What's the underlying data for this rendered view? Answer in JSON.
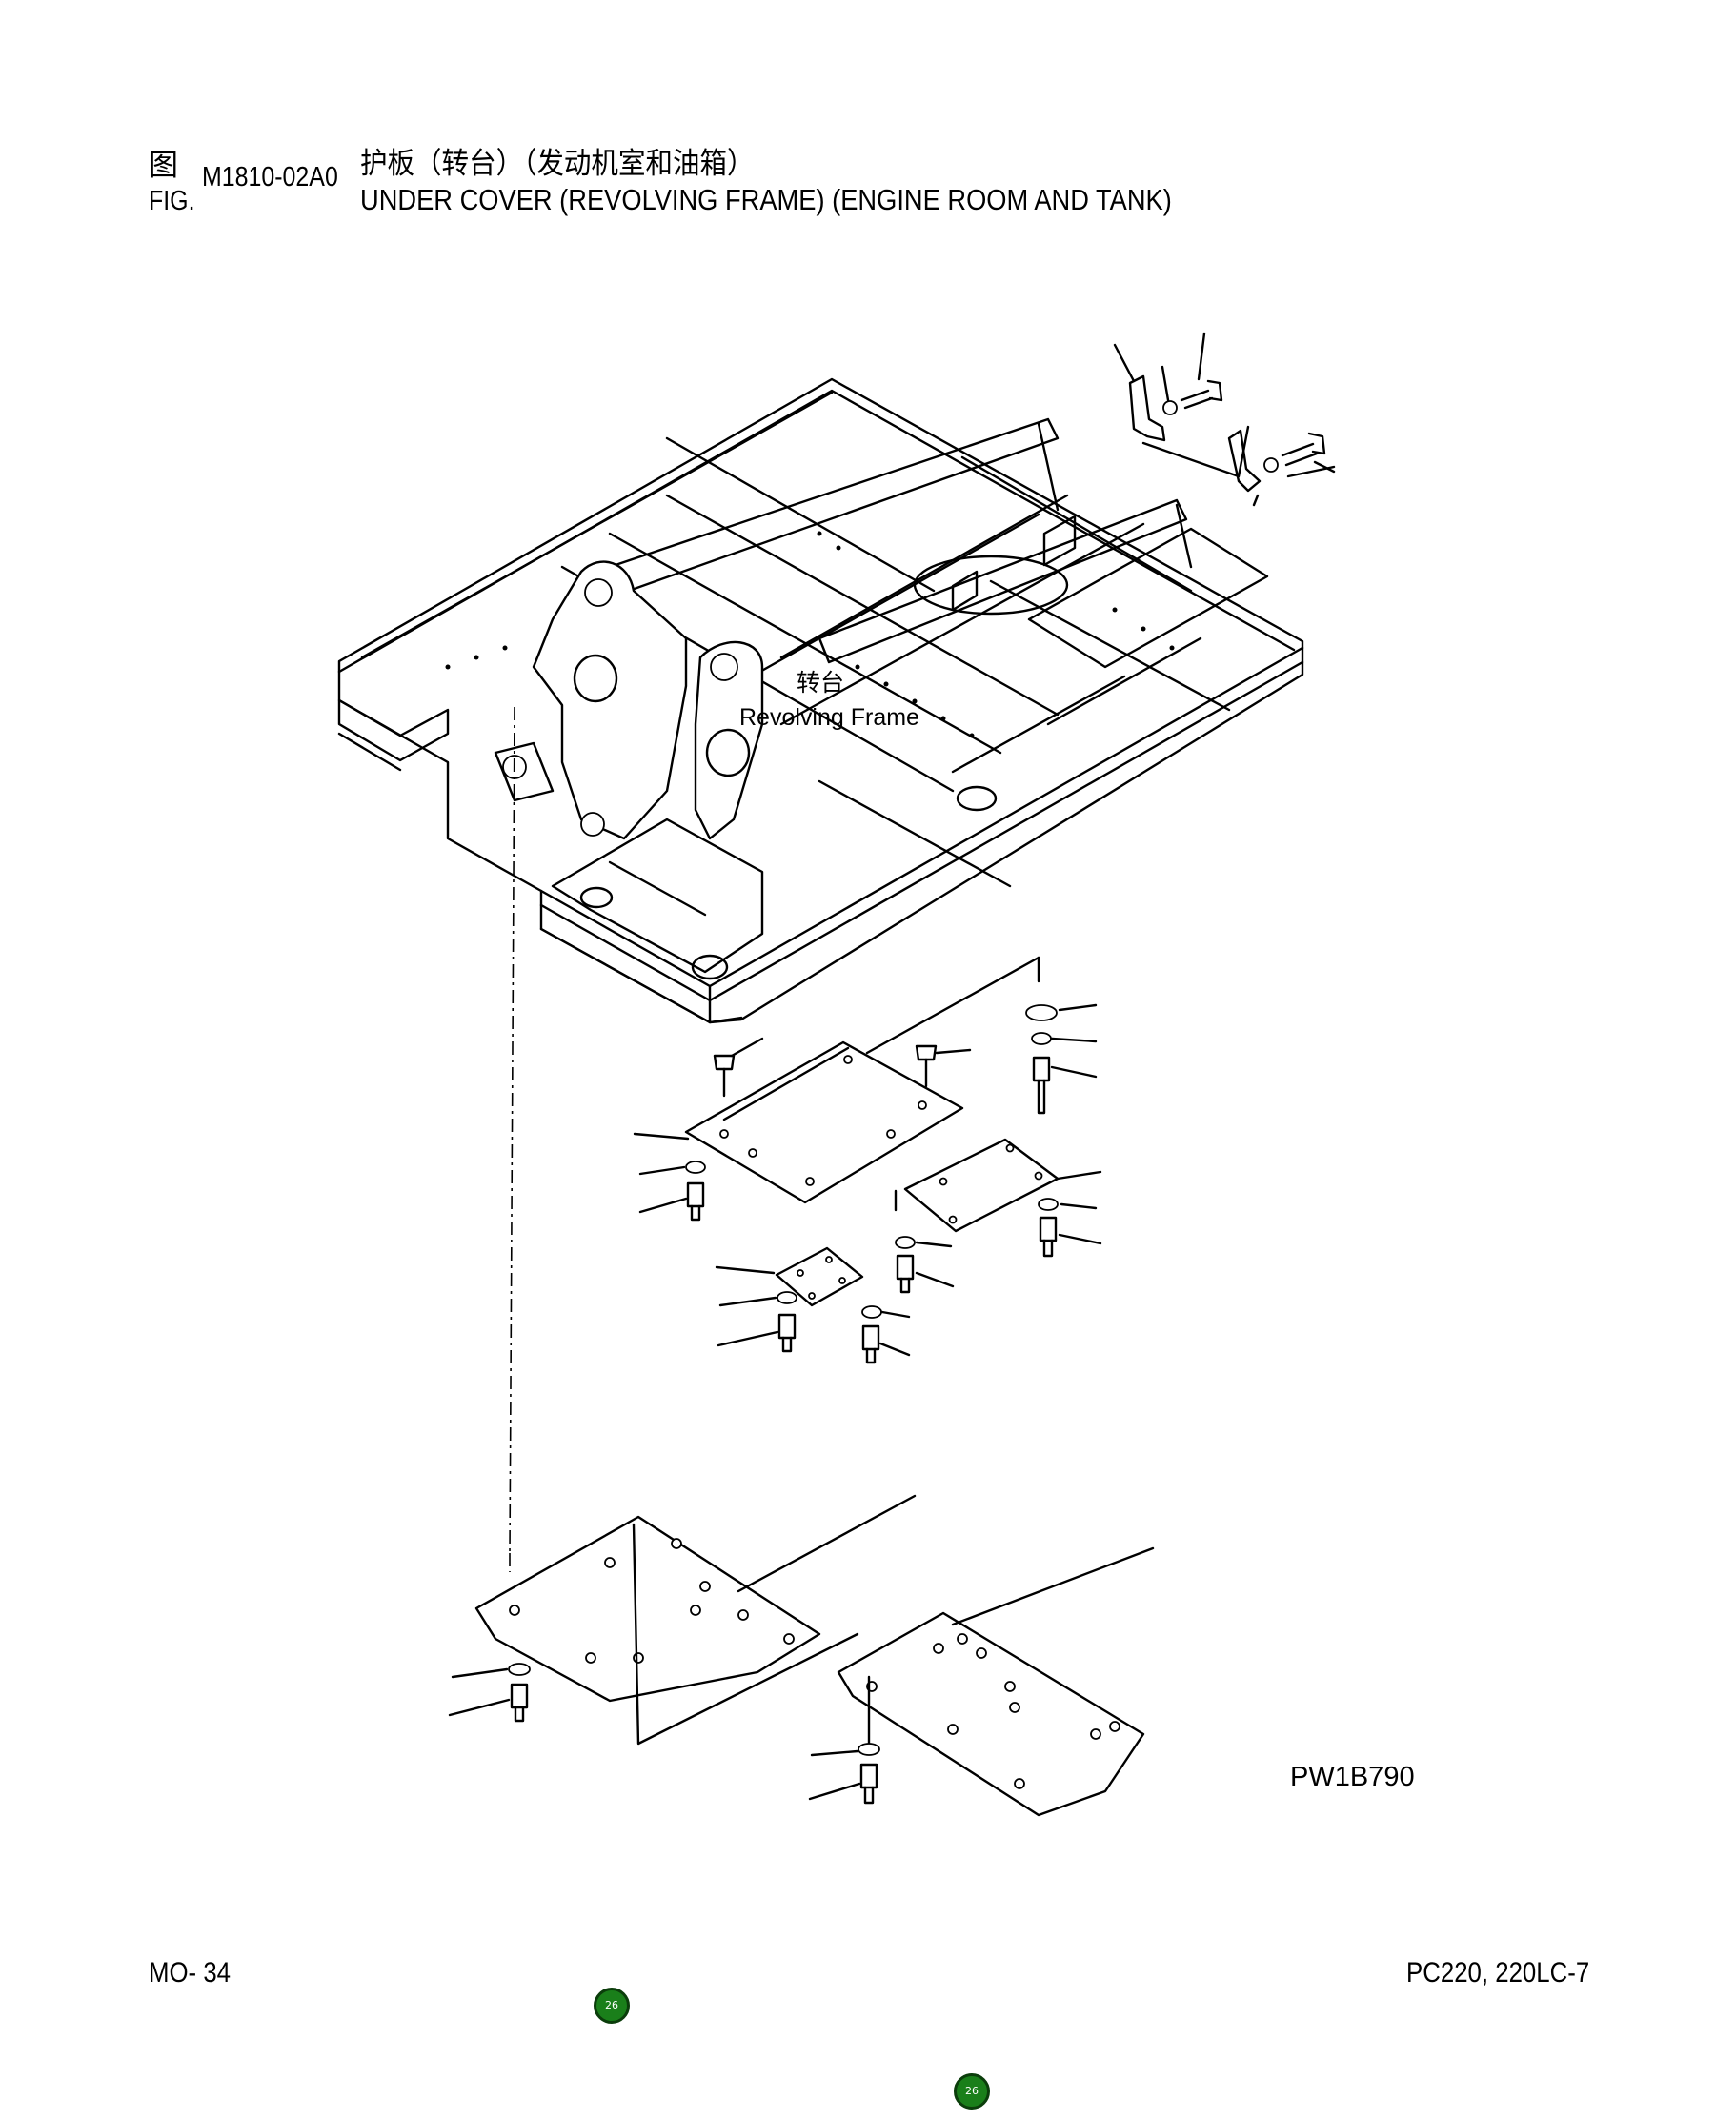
{
  "header": {
    "fig_label_cn": "图",
    "fig_label_en": "FIG.",
    "fig_code": "M1810-02A0",
    "title_cn": "护板（转台）（发动机室和油箱）",
    "title_en": "UNDER COVER (REVOLVING FRAME) (ENGINE ROOM AND TANK)"
  },
  "diagram": {
    "frame_label_cn": "转台",
    "frame_label_en": "Revolving Frame",
    "drawing_id": "PW1B790"
  },
  "footer": {
    "page": "MO- 34",
    "model": "PC220, 220LC-7"
  },
  "badges": [
    "26",
    "26"
  ],
  "colors": {
    "ink": "#000000",
    "badge_fill": "#1a7f1a"
  }
}
